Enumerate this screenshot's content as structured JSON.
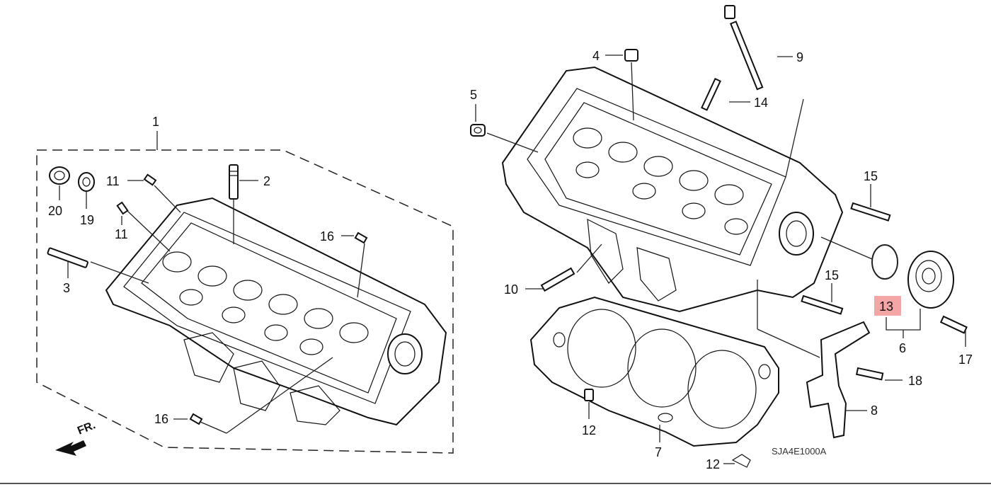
{
  "callouts": {
    "c1": "1",
    "c2": "2",
    "c3": "3",
    "c4": "4",
    "c5": "5",
    "c6": "6",
    "c7": "7",
    "c8": "8",
    "c9": "9",
    "c10": "10",
    "c11a": "11",
    "c11b": "11",
    "c12a": "12",
    "c12b": "12",
    "c13": "13",
    "c14": "14",
    "c15a": "15",
    "c15b": "15",
    "c16a": "16",
    "c16b": "16",
    "c17": "17",
    "c18": "18",
    "c19": "19",
    "c20": "20"
  },
  "highlight": {
    "color": "#f4a6a6",
    "target": "13"
  },
  "front_arrow_label": "FR.",
  "diagram_code": "SJA4E1000A"
}
